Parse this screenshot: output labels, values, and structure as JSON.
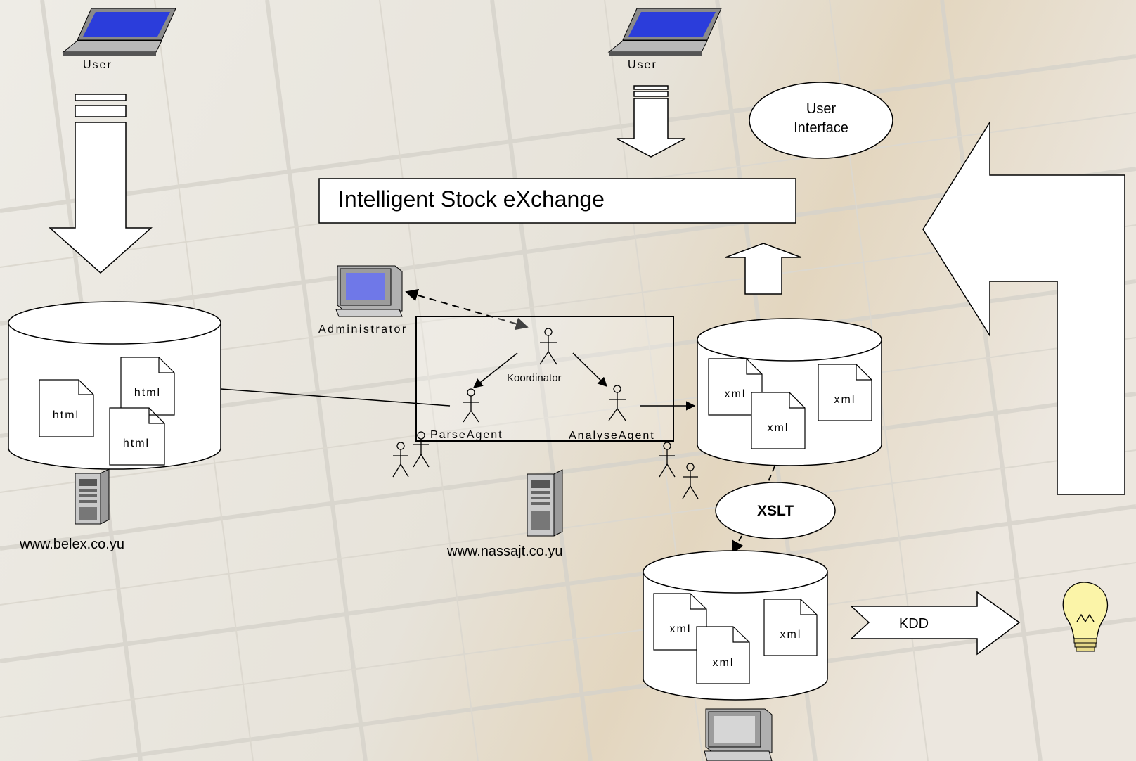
{
  "title": "Intelligent Stock eXchange",
  "users": {
    "left_label": "User",
    "right_label": "User"
  },
  "ui_ellipse": {
    "line1": "User",
    "line2": "Interface"
  },
  "administrator_label": "Administrator",
  "agents": {
    "koordinator": "Koordinator",
    "parse": "ParseAgent",
    "analyse": "AnalyseAgent"
  },
  "db_left": {
    "docs": [
      "html",
      "html",
      "html"
    ],
    "site": "www.belex.co.yu"
  },
  "db_mid": {
    "docs": [
      "xml",
      "xml",
      "xml"
    ]
  },
  "db_bottom": {
    "docs": [
      "xml",
      "xml",
      "xml"
    ]
  },
  "server_mid_site": "www.nassajt.co.yu",
  "xslt_label": "XSLT",
  "kdd_label": "KDD",
  "icons": [
    "laptop-icon",
    "computer-icon",
    "server-icon",
    "actor-icon",
    "lightbulb-icon",
    "document-icon",
    "database-icon"
  ]
}
